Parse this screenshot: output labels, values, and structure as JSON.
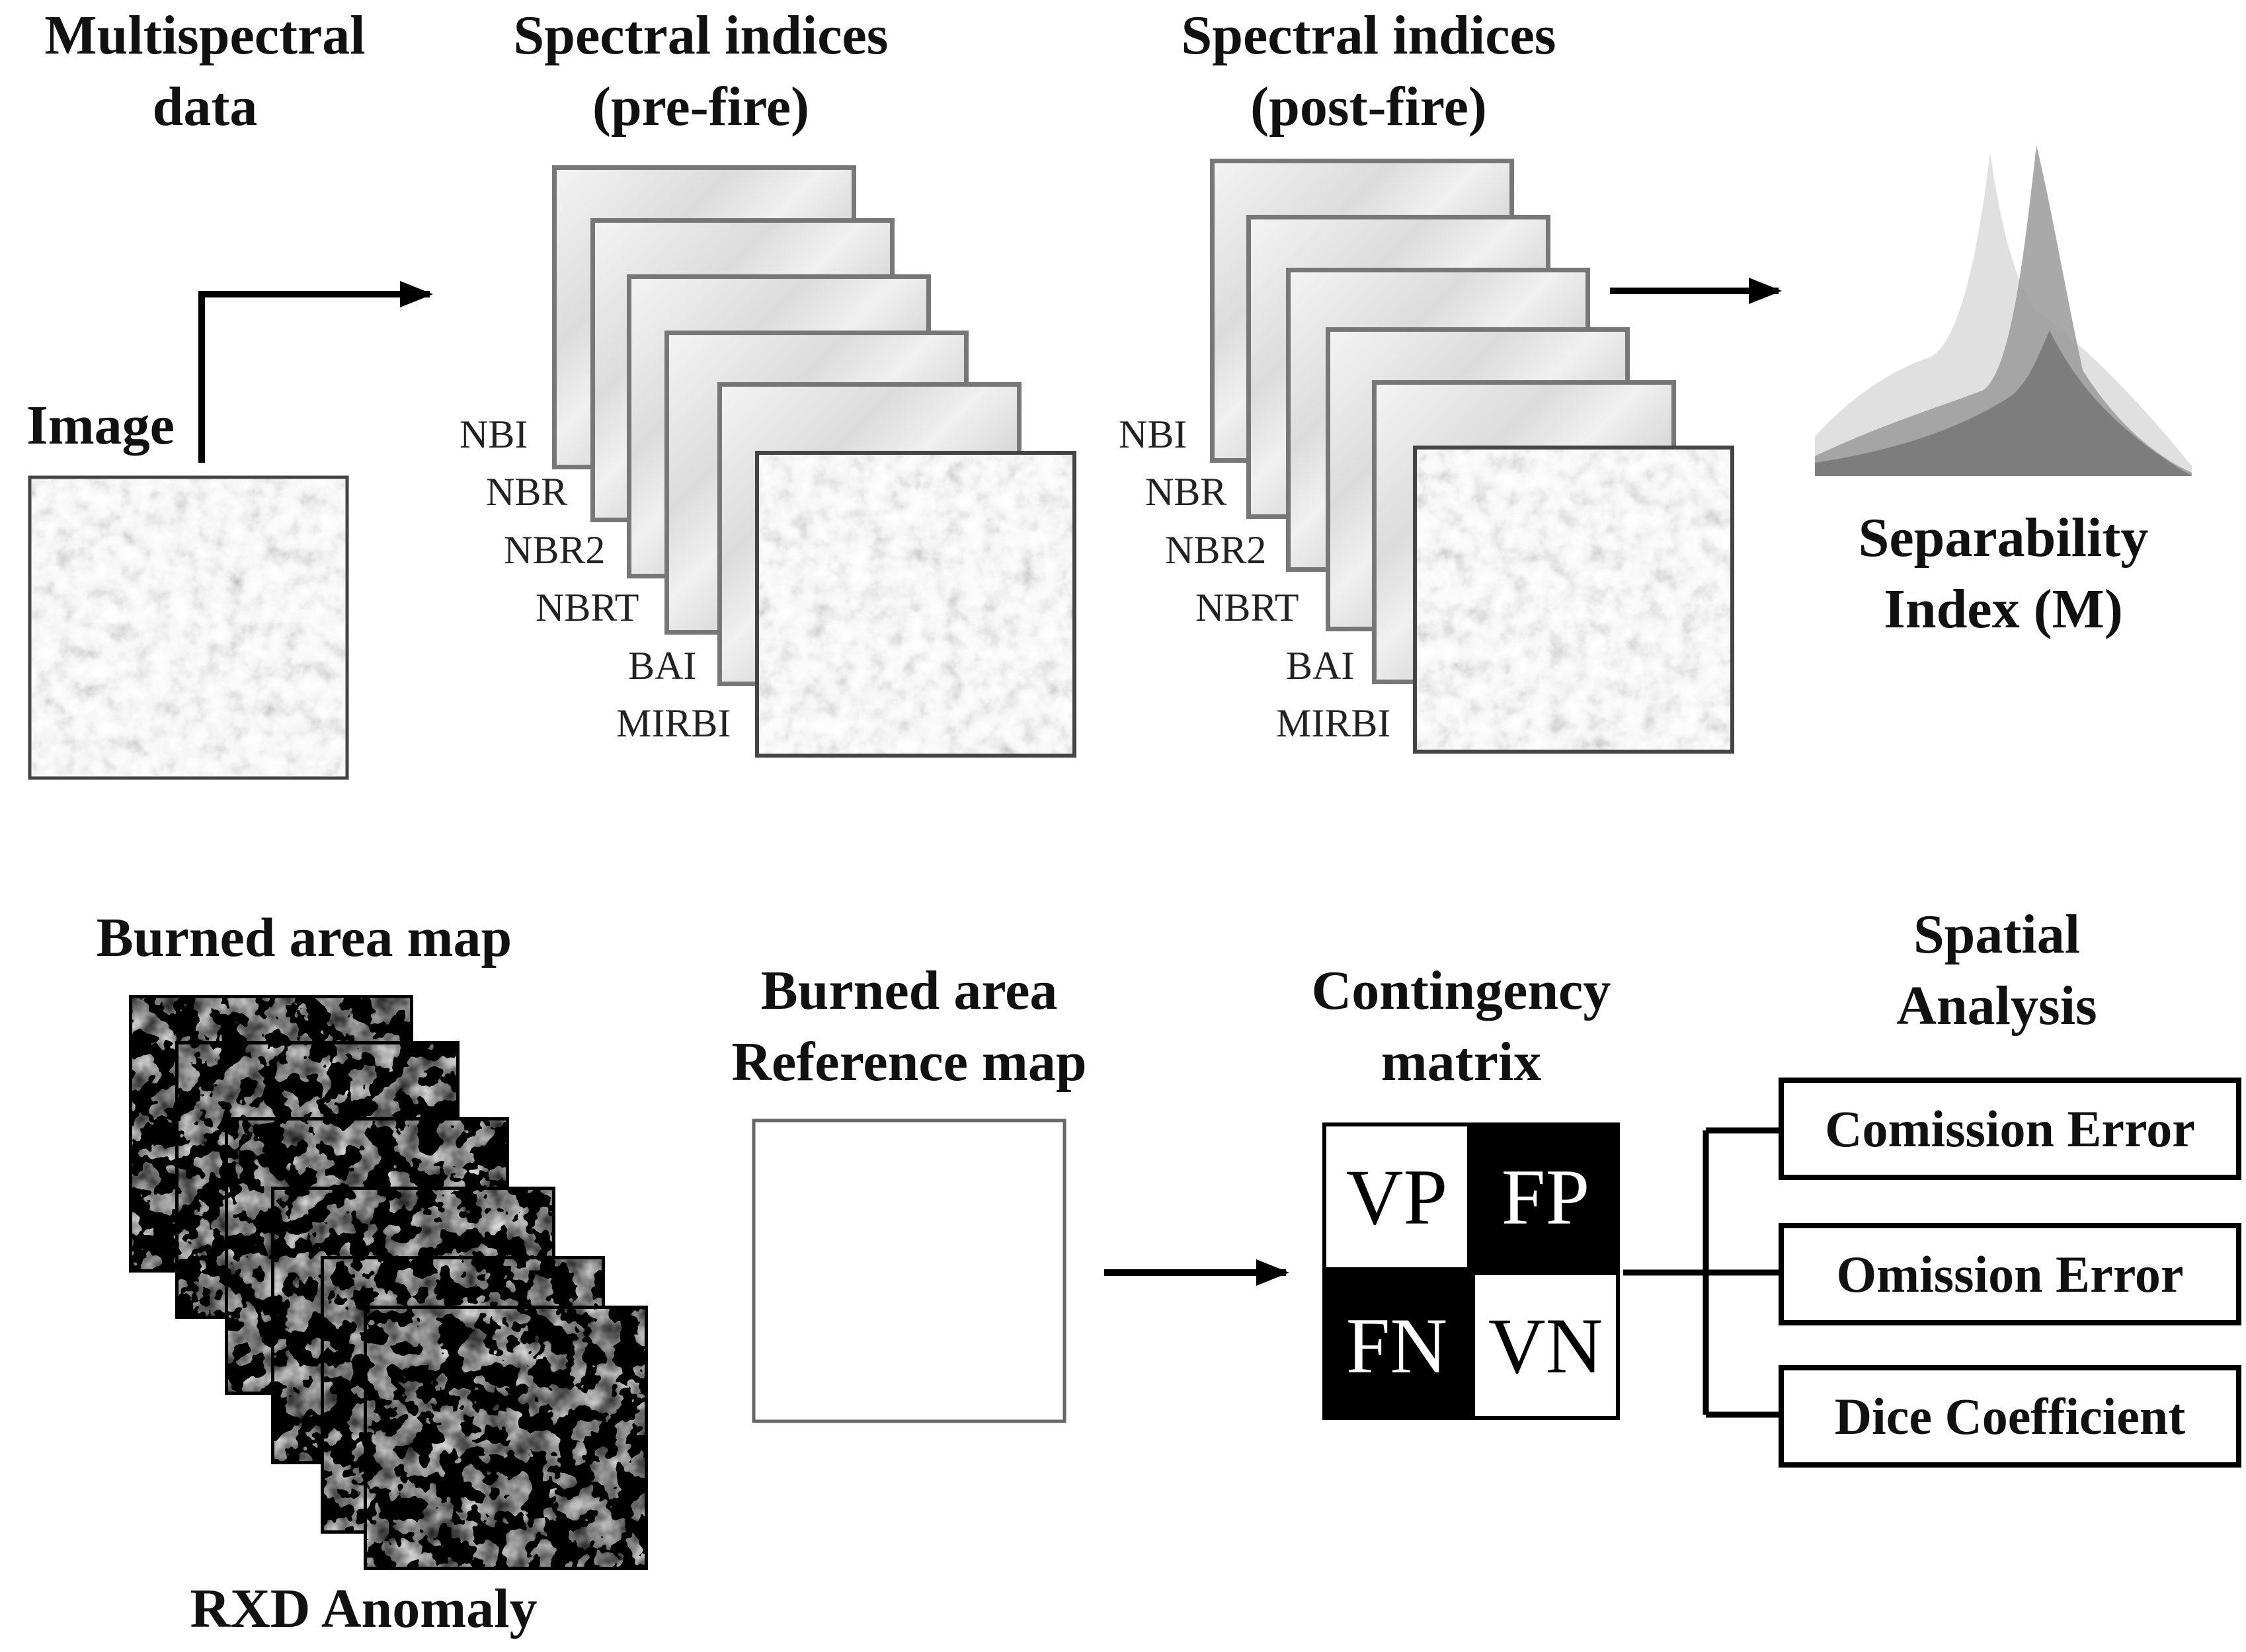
{
  "titles": {
    "multispectral": "Multispectral\ndata",
    "image": "Image",
    "pre_fire": "Spectral indices\n(pre-fire)",
    "post_fire": "Spectral indices\n(post-fire)",
    "separability": "Separability\nIndex (M)",
    "burned_map": "Burned area map",
    "rxd": "RXD Anomaly",
    "reference": "Burned area\nReference map",
    "contingency": "Contingency\nmatrix",
    "spatial": "Spatial\nAnalysis"
  },
  "indices": [
    "NBI",
    "NBR",
    "NBR2",
    "NBRT",
    "BAI",
    "MIRBI"
  ],
  "matrix": {
    "vp": "VP",
    "fp": "FP",
    "fn": "FN",
    "vn": "VN"
  },
  "outputs": [
    "Comission Error",
    "Omission Error",
    "Dice Coefficient"
  ],
  "colors": {
    "frame": "#777777",
    "line": "#000000"
  }
}
